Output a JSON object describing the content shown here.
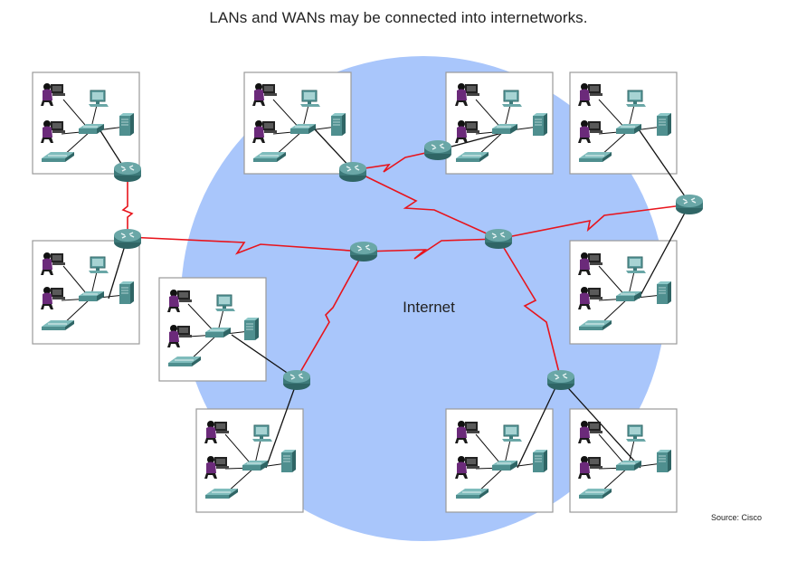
{
  "title": "LANs and WANs may be connected into internetworks.",
  "cloud_label": "Internet",
  "source": "Source: Cisco",
  "colors": {
    "cloud": "#a9c6fb",
    "wan_link": "#e8141c",
    "lan_link": "#111111",
    "router": "#4f8f8f",
    "switch": "#5f9ea0",
    "person": "#6b2a7a"
  },
  "icons": {
    "router": "router-icon",
    "switch": "switch-icon",
    "pc": "desktop-pc-icon",
    "server": "server-icon",
    "printer": "printer-icon",
    "user": "user-at-workstation-icon"
  }
}
